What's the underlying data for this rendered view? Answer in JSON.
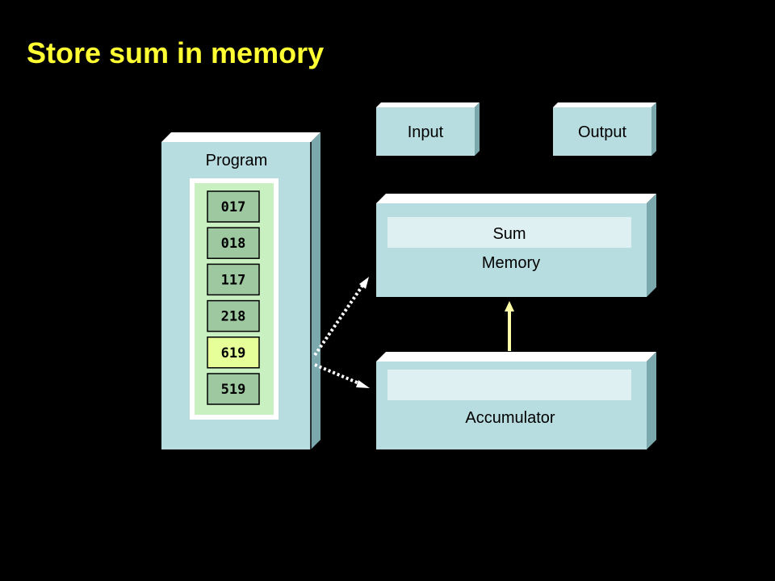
{
  "title": "Store sum in memory",
  "colors": {
    "title": "#ffff33",
    "box_face": "#b8dde0",
    "box_side": "#7aa8ad",
    "cell": "#9dc8a0",
    "active_cell": "#e6ff99",
    "active_arrow": "#ffffaa"
  },
  "program": {
    "label": "Program",
    "instructions": [
      "017",
      "018",
      "117",
      "218",
      "619",
      "519"
    ],
    "active_index": 4
  },
  "input": {
    "label": "Input"
  },
  "output": {
    "label": "Output"
  },
  "memory": {
    "label": "Memory",
    "slot_label": "Sum"
  },
  "accumulator": {
    "label": "Accumulator",
    "slot_label": ""
  }
}
